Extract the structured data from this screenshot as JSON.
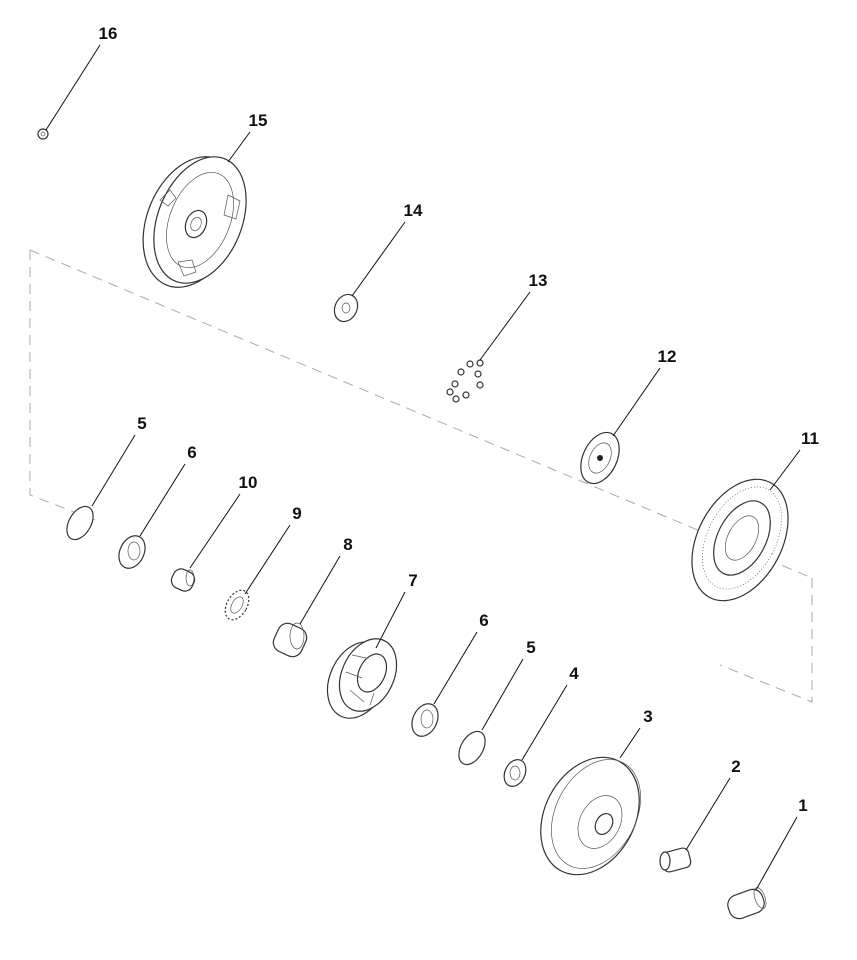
{
  "diagram": {
    "type": "exploded-parts-view",
    "callouts": [
      {
        "id": "c16",
        "text": "16",
        "part": "nut"
      },
      {
        "id": "c15",
        "text": "15",
        "part": "cover"
      },
      {
        "id": "c14",
        "text": "14",
        "part": "washer"
      },
      {
        "id": "c13",
        "text": "13",
        "part": "bolts"
      },
      {
        "id": "c12",
        "text": "12",
        "part": "flex-plate"
      },
      {
        "id": "c11",
        "text": "11",
        "part": "friction-disc"
      },
      {
        "id": "c5a",
        "text": "5",
        "part": "snap-ring"
      },
      {
        "id": "c6a",
        "text": "6",
        "part": "bearing-retainer"
      },
      {
        "id": "c10",
        "text": "10",
        "part": "bushing"
      },
      {
        "id": "c9",
        "text": "9",
        "part": "roller-bearing"
      },
      {
        "id": "c8",
        "text": "8",
        "part": "race"
      },
      {
        "id": "c7",
        "text": "7",
        "part": "stator"
      },
      {
        "id": "c6b",
        "text": "6",
        "part": "bearing-retainer"
      },
      {
        "id": "c5b",
        "text": "5",
        "part": "snap-ring"
      },
      {
        "id": "c4",
        "text": "4",
        "part": "thrust-washer"
      },
      {
        "id": "c3",
        "text": "3",
        "part": "impeller-housing"
      },
      {
        "id": "c2",
        "text": "2",
        "part": "hub"
      },
      {
        "id": "c1",
        "text": "1",
        "part": "pilot"
      }
    ]
  }
}
